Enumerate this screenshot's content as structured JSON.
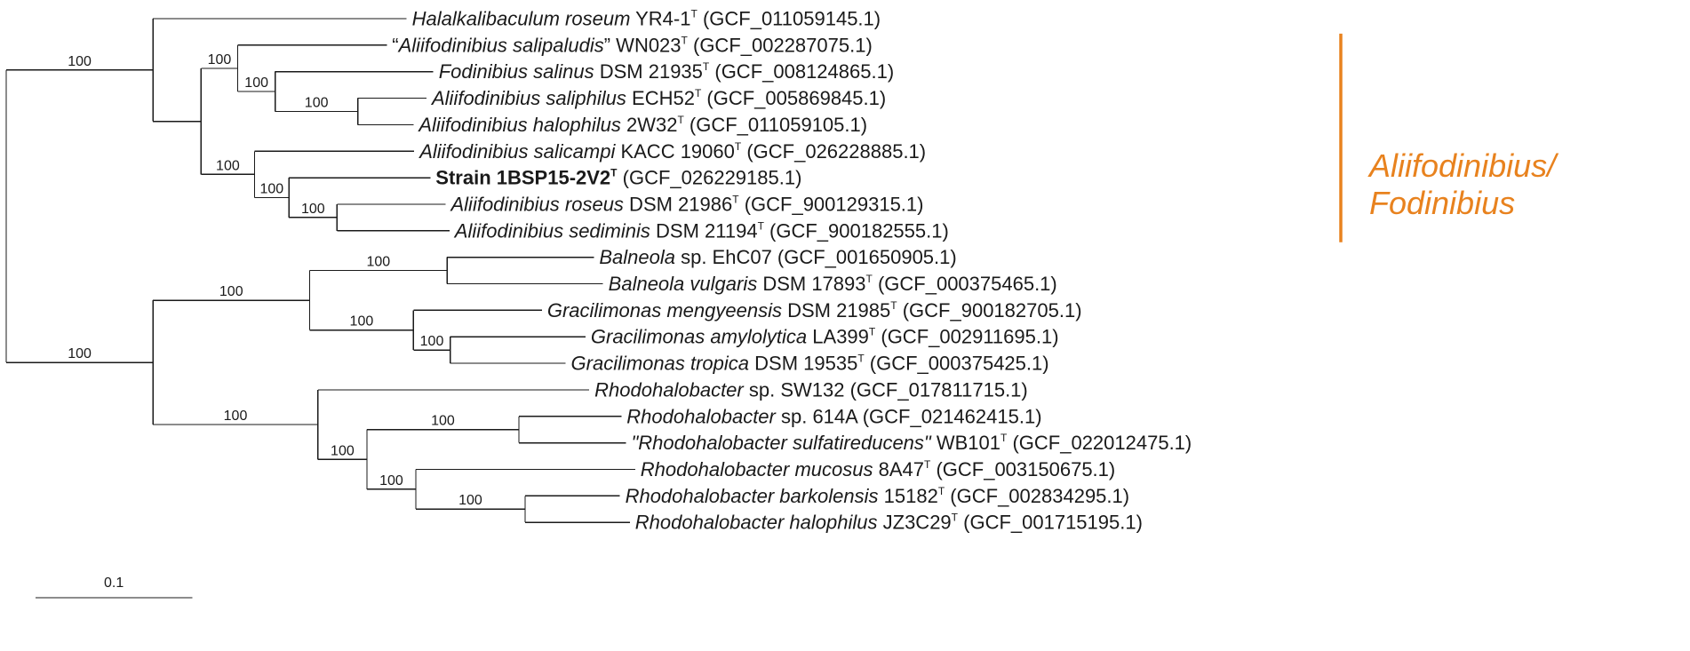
{
  "tips": [
    {
      "id": "t1",
      "parts": [
        {
          "t": "Halalkalibaculum roseum",
          "s": "it"
        },
        {
          "t": " YR4-1"
        },
        {
          "t": "T",
          "s": "sup"
        },
        {
          "t": " (GCF_011059145.1)"
        }
      ]
    },
    {
      "id": "t2",
      "parts": [
        {
          "t": "“"
        },
        {
          "t": "Aliifodinibius salipaludis",
          "s": "it"
        },
        {
          "t": "” WN023"
        },
        {
          "t": "T",
          "s": "sup"
        },
        {
          "t": " (GCF_002287075.1)"
        }
      ]
    },
    {
      "id": "t3",
      "parts": [
        {
          "t": "Fodinibius salinus",
          "s": "it"
        },
        {
          "t": " DSM 21935"
        },
        {
          "t": "T",
          "s": "sup"
        },
        {
          "t": " (GCF_008124865.1)"
        }
      ]
    },
    {
      "id": "t4",
      "parts": [
        {
          "t": "Aliifodinibius saliphilus",
          "s": "it"
        },
        {
          "t": " ECH52"
        },
        {
          "t": "T",
          "s": "sup"
        },
        {
          "t": " (GCF_005869845.1)"
        }
      ]
    },
    {
      "id": "t5",
      "parts": [
        {
          "t": "Aliifodinibius halophilus",
          "s": "it"
        },
        {
          "t": " 2W32"
        },
        {
          "t": "T",
          "s": "sup"
        },
        {
          "t": " (GCF_011059105.1)"
        }
      ]
    },
    {
      "id": "t6",
      "parts": [
        {
          "t": "Aliifodinibius salicampi",
          "s": "it"
        },
        {
          "t": " KACC 19060"
        },
        {
          "t": "T",
          "s": "sup"
        },
        {
          "t": " (GCF_026228885.1)"
        }
      ]
    },
    {
      "id": "t7",
      "parts": [
        {
          "t": "Strain 1BSP15-2V2",
          "s": "bd"
        },
        {
          "t": "T",
          "s": "sup bd"
        },
        {
          "t": " (GCF_026229185.1)"
        }
      ]
    },
    {
      "id": "t8",
      "parts": [
        {
          "t": "Aliifodinibius roseus",
          "s": "it"
        },
        {
          "t": " DSM 21986"
        },
        {
          "t": "T",
          "s": "sup"
        },
        {
          "t": " (GCF_900129315.1)"
        }
      ]
    },
    {
      "id": "t9",
      "parts": [
        {
          "t": "Aliifodinibius sediminis",
          "s": "it"
        },
        {
          "t": " DSM 21194"
        },
        {
          "t": "T",
          "s": "sup"
        },
        {
          "t": " (GCF_900182555.1)"
        }
      ]
    },
    {
      "id": "t10",
      "parts": [
        {
          "t": "Balneola",
          "s": "it"
        },
        {
          "t": " sp. EhC07 (GCF_001650905.1)"
        }
      ]
    },
    {
      "id": "t11",
      "parts": [
        {
          "t": "Balneola vulgaris",
          "s": "it"
        },
        {
          "t": " DSM 17893"
        },
        {
          "t": "T",
          "s": "sup"
        },
        {
          "t": " (GCF_000375465.1)"
        }
      ]
    },
    {
      "id": "t12",
      "parts": [
        {
          "t": "Gracilimonas mengyeensis",
          "s": "it"
        },
        {
          "t": " DSM 21985"
        },
        {
          "t": "T",
          "s": "sup"
        },
        {
          "t": " (GCF_900182705.1)"
        }
      ]
    },
    {
      "id": "t13",
      "parts": [
        {
          "t": "Gracilimonas amylolytica",
          "s": "it"
        },
        {
          "t": " LA399"
        },
        {
          "t": "T",
          "s": "sup"
        },
        {
          "t": " (GCF_002911695.1)"
        }
      ]
    },
    {
      "id": "t14",
      "parts": [
        {
          "t": "Gracilimonas tropica",
          "s": "it"
        },
        {
          "t": " DSM 19535"
        },
        {
          "t": "T",
          "s": "sup"
        },
        {
          "t": " (GCF_000375425.1)"
        }
      ]
    },
    {
      "id": "t15",
      "parts": [
        {
          "t": "Rhodohalobacter",
          "s": "it"
        },
        {
          "t": " sp. SW132 (GCF_017811715.1)"
        }
      ]
    },
    {
      "id": "t16",
      "parts": [
        {
          "t": "Rhodohalobacter",
          "s": "it"
        },
        {
          "t": " sp. 614A (GCF_021462415.1)"
        }
      ]
    },
    {
      "id": "t17",
      "parts": [
        {
          "t": "\"Rhodohalobacter sulfatireducens\"",
          "s": "it"
        },
        {
          "t": " WB101"
        },
        {
          "t": "T",
          "s": "sup"
        },
        {
          "t": " (GCF_022012475.1)"
        }
      ]
    },
    {
      "id": "t18",
      "parts": [
        {
          "t": "Rhodohalobacter mucosus",
          "s": "it"
        },
        {
          "t": " 8A47"
        },
        {
          "t": "T",
          "s": "sup"
        },
        {
          "t": " (GCF_003150675.1)"
        }
      ]
    },
    {
      "id": "t19",
      "parts": [
        {
          "t": "Rhodohalobacter barkolensis",
          "s": "it"
        },
        {
          "t": " 15182"
        },
        {
          "t": "T",
          "s": "sup"
        },
        {
          "t": " (GCF_002834295.1)"
        }
      ]
    },
    {
      "id": "t20",
      "parts": [
        {
          "t": "Rhodohalobacter halophilus",
          "s": "it"
        },
        {
          "t": " JZ3C29"
        },
        {
          "t": "T",
          "s": "sup"
        },
        {
          "t": " (GCF_001715195.1)"
        }
      ]
    }
  ],
  "tree": {
    "id": "root",
    "dist": 0,
    "children": [
      {
        "id": "n_upper",
        "dist": 0.192,
        "boot": "100",
        "children": [
          {
            "tip": "t1",
            "dist": 0.332
          },
          {
            "id": "n_alii",
            "dist": 0.063,
            "children": [
              {
                "id": "n_a1",
                "dist": 0.048,
                "boot": "100",
                "children": [
                  {
                    "tip": "t2",
                    "dist": 0.195
                  },
                  {
                    "id": "n_a2",
                    "dist": 0.049,
                    "boot": "100",
                    "children": [
                      {
                        "tip": "t3",
                        "dist": 0.207
                      },
                      {
                        "id": "n_a3",
                        "dist": 0.108,
                        "boot": "100",
                        "children": [
                          {
                            "tip": "t4",
                            "dist": 0.09
                          },
                          {
                            "tip": "t5",
                            "dist": 0.073
                          }
                        ]
                      }
                    ]
                  }
                ]
              },
              {
                "id": "n_b1",
                "dist": 0.07,
                "boot": "100",
                "children": [
                  {
                    "tip": "t6",
                    "dist": 0.209
                  },
                  {
                    "id": "n_b2",
                    "dist": 0.045,
                    "boot": "100",
                    "children": [
                      {
                        "tip": "t7",
                        "dist": 0.185
                      },
                      {
                        "id": "n_b3",
                        "dist": 0.063,
                        "boot": "100",
                        "children": [
                          {
                            "tip": "t8",
                            "dist": 0.142
                          },
                          {
                            "tip": "t9",
                            "dist": 0.147
                          }
                        ]
                      }
                    ]
                  }
                ]
              }
            ]
          }
        ]
      },
      {
        "id": "n_lower",
        "dist": 0.192,
        "boot": "100",
        "children": [
          {
            "id": "n_bg",
            "dist": 0.205,
            "boot": "100",
            "children": [
              {
                "id": "n_bal",
                "dist": 0.18,
                "boot": "100",
                "children": [
                  {
                    "tip": "t10",
                    "dist": 0.192
                  },
                  {
                    "tip": "t11",
                    "dist": 0.204
                  }
                ]
              },
              {
                "id": "n_gra",
                "dist": 0.136,
                "boot": "100",
                "children": [
                  {
                    "tip": "t12",
                    "dist": 0.168
                  },
                  {
                    "id": "n_gra2",
                    "dist": 0.048,
                    "boot": "100",
                    "children": [
                      {
                        "tip": "t13",
                        "dist": 0.177
                      },
                      {
                        "tip": "t14",
                        "dist": 0.151
                      }
                    ]
                  }
                ]
              }
            ]
          },
          {
            "id": "n_rho",
            "dist": 0.216,
            "boot": "100",
            "children": [
              {
                "tip": "t15",
                "dist": 0.355
              },
              {
                "id": "n_r1",
                "dist": 0.064,
                "boot": "100",
                "children": [
                  {
                    "id": "n_r2",
                    "dist": 0.199,
                    "boot": "100",
                    "children": [
                      {
                        "tip": "t16",
                        "dist": 0.134
                      },
                      {
                        "tip": "t17",
                        "dist": 0.14
                      }
                    ]
                  },
                  {
                    "id": "n_r3",
                    "dist": 0.064,
                    "boot": "100",
                    "children": [
                      {
                        "tip": "t18",
                        "dist": 0.287
                      },
                      {
                        "id": "n_r4",
                        "dist": 0.143,
                        "boot": "100",
                        "children": [
                          {
                            "tip": "t19",
                            "dist": 0.124
                          },
                          {
                            "tip": "t20",
                            "dist": 0.137
                          }
                        ]
                      }
                    ]
                  }
                ]
              }
            ]
          }
        ]
      }
    ]
  },
  "clade": {
    "label_lines": [
      "Aliifodinibius/",
      "Fodinibius"
    ],
    "color": "#e8821e",
    "from_tip": "t2",
    "to_tip": "t9"
  },
  "scale_bar": {
    "value": 0.1,
    "label": "0.1"
  },
  "colors": {
    "line": "#1a1a1a",
    "text": "#1a1a1a",
    "clade": "#e8821e"
  }
}
